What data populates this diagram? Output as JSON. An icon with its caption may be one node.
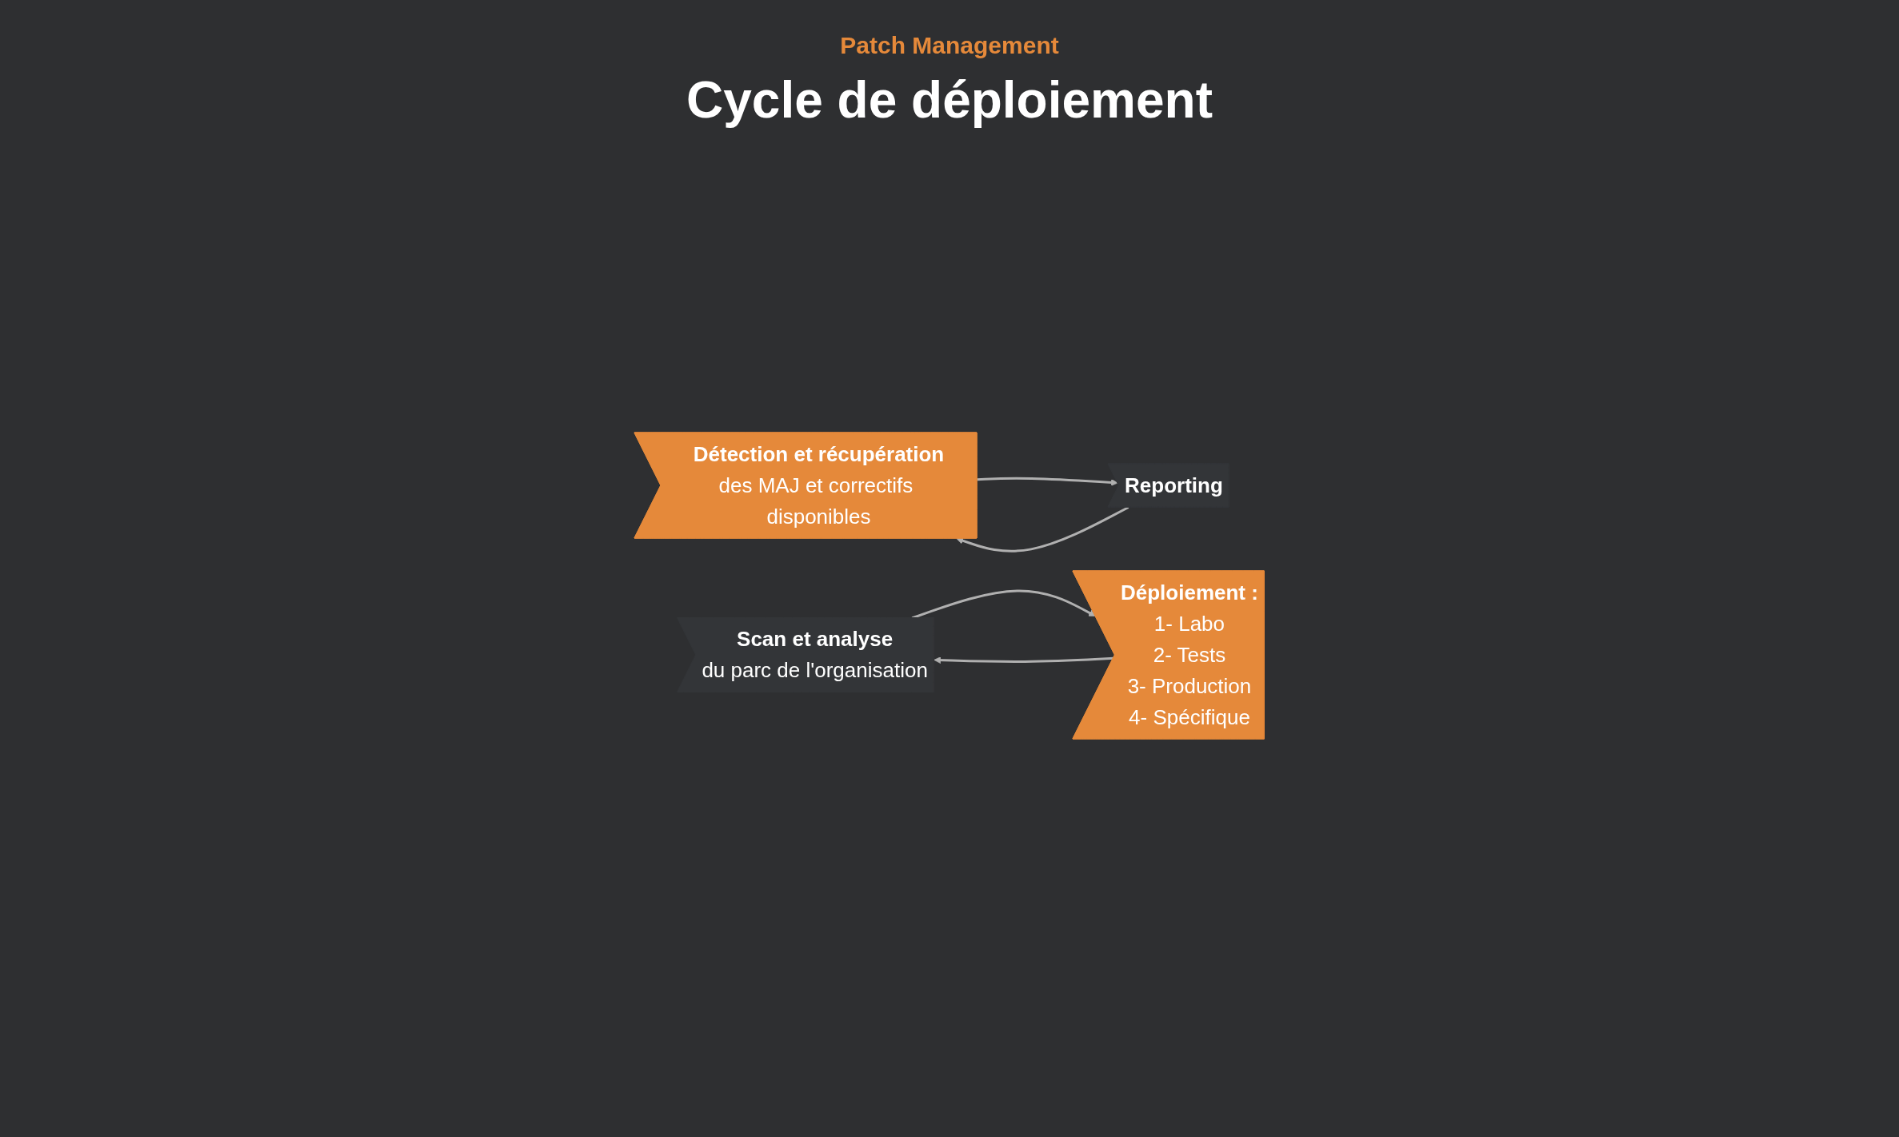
{
  "diagram": {
    "title": "Cycle de déploiement",
    "nodes": [
      {
        "text": [
          "Détection et récupération",
          "des MAJ et correctifs disponibles"
        ]
      },
      {
        "text": [
          "Scan et analyse",
          "du parc de l'organisation"
        ]
      },
      {
        "text": [
          "Déploiement :",
          "1- Labo",
          "2- Tests",
          "3- Production",
          "4- Spécifique"
        ]
      },
      {
        "text": [
          "Reporting"
        ]
      }
    ],
    "edges": [
      {
        "from": 3,
        "to": 0,
        "arrow": "to"
      },
      {
        "from": 2,
        "to": 1,
        "arrow": "to"
      },
      {
        "from": 1,
        "to": 2,
        "arrow": "to"
      },
      {
        "from": 0,
        "to": 3,
        "arrow": "to"
      }
    ],
    "labels": [
      "Patch Management"
    ]
  }
}
